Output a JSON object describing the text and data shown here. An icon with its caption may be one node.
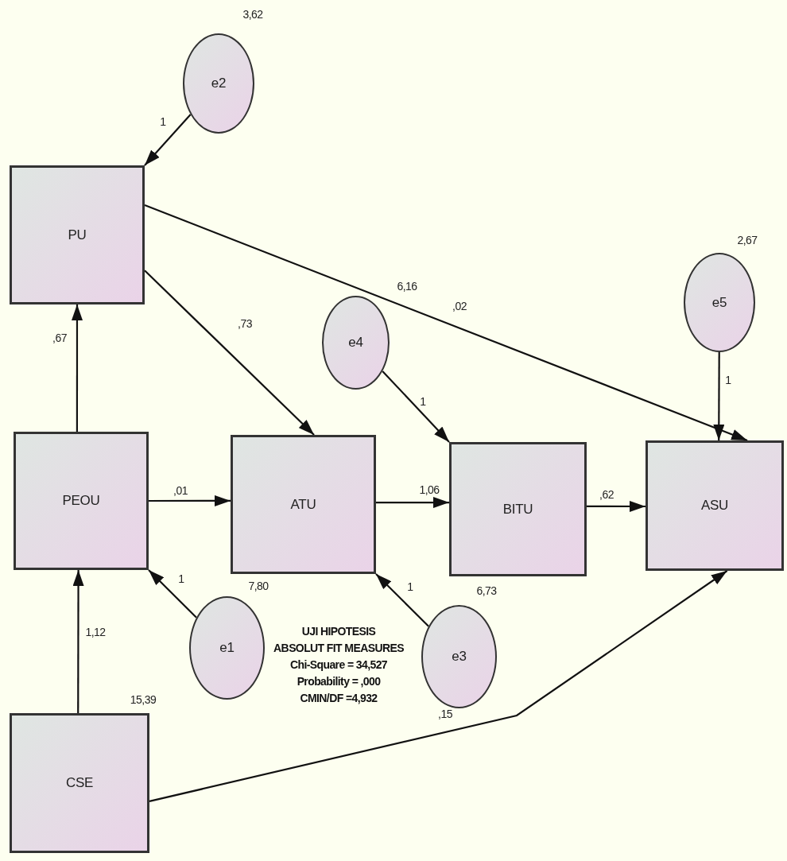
{
  "diagram": {
    "nodes": [
      {
        "text": [
          "e2"
        ],
        "beside": [
          "3,62"
        ]
      },
      {
        "text": [
          "PU"
        ]
      },
      {
        "text": [
          "e4"
        ],
        "beside": [
          "6,16"
        ]
      },
      {
        "text": [
          "e5"
        ],
        "beside": [
          "2,67"
        ]
      },
      {
        "text": [
          "PEOU"
        ]
      },
      {
        "text": [
          "ATU"
        ]
      },
      {
        "text": [
          "BITU"
        ]
      },
      {
        "text": [
          "ASU"
        ]
      },
      {
        "text": [
          "e1"
        ],
        "beside": [
          "7,80"
        ]
      },
      {
        "text": [
          "e3"
        ],
        "beside": [
          "6,73"
        ]
      },
      {
        "text": [
          "CSE"
        ],
        "beside": [
          "15,39"
        ]
      }
    ],
    "edges": [
      {
        "from": 0,
        "to": 1,
        "arrow": "to",
        "label": "1"
      },
      {
        "from": 4,
        "to": 1,
        "arrow": "to",
        "label": ",67"
      },
      {
        "from": 1,
        "to": 5,
        "arrow": "to",
        "label": ",73"
      },
      {
        "from": 1,
        "to": 7,
        "arrow": "to",
        "label": ",02"
      },
      {
        "from": 2,
        "to": 6,
        "arrow": "to",
        "label": "1"
      },
      {
        "from": 3,
        "to": 7,
        "arrow": "to",
        "label": "1"
      },
      {
        "from": 4,
        "to": 5,
        "arrow": "to",
        "label": ",01"
      },
      {
        "from": 5,
        "to": 6,
        "arrow": "to",
        "label": "1,06"
      },
      {
        "from": 6,
        "to": 7,
        "arrow": "to",
        "label": ",62"
      },
      {
        "from": 8,
        "to": 4,
        "arrow": "to",
        "label": "1"
      },
      {
        "from": 9,
        "to": 5,
        "arrow": "to",
        "label": "1"
      },
      {
        "from": 10,
        "to": 4,
        "arrow": "to",
        "label": "1,12"
      },
      {
        "from": 10,
        "to": 7,
        "arrow": "to",
        "label": ",15"
      }
    ],
    "labels": [
      "UJI HIPOTESIS",
      "ABSOLUT FIT MEASURES",
      "Chi-Square = 34,527",
      "Probability = ,000",
      "CMIN/DF =4,932"
    ]
  }
}
